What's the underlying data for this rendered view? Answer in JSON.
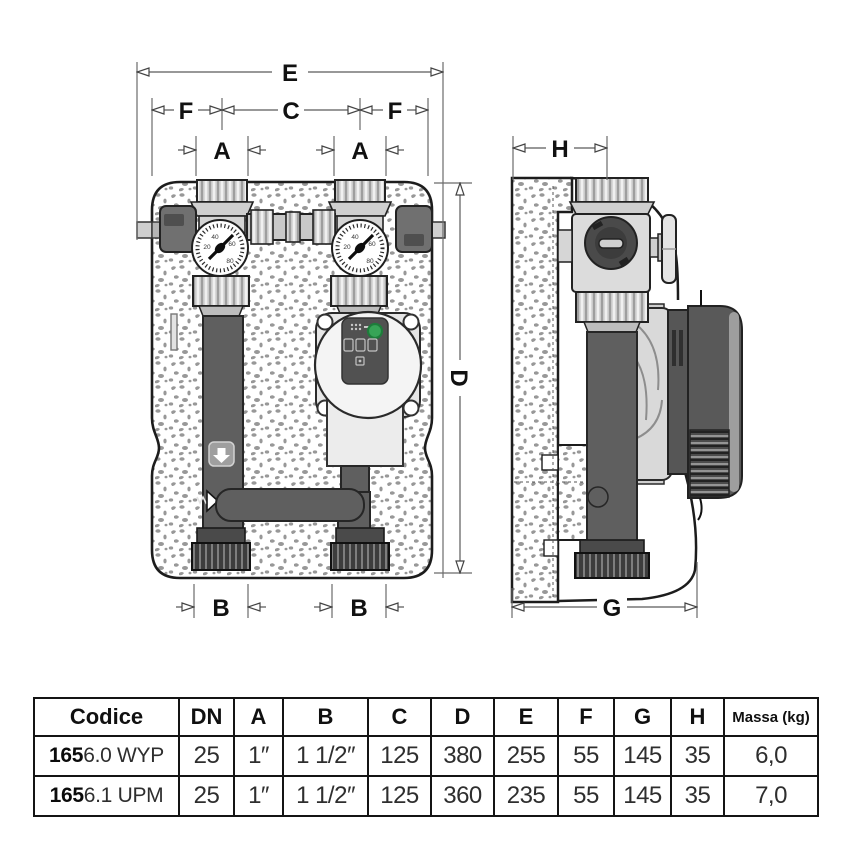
{
  "front_view": {
    "labels": {
      "e": "E",
      "f_left": "F",
      "c": "C",
      "f_right": "F",
      "a_left": "A",
      "a_right": "A",
      "b_left": "B",
      "b_right": "B",
      "d": "D"
    },
    "gauge_left_ticks": [
      "20",
      "40",
      "60",
      "80"
    ],
    "gauge_right_ticks": [
      "20",
      "40",
      "60",
      "80"
    ]
  },
  "side_view": {
    "labels": {
      "h": "H",
      "g": "G"
    }
  },
  "colors": {
    "led_green": "#37a457",
    "pipe_dark": "#5f5f5f",
    "fitting_light": "#d9d9d9",
    "insulation_speckle": "#989898",
    "outline": "#1c1c1c"
  },
  "table": {
    "headers": [
      "Codice",
      "DN",
      "A",
      "B",
      "C",
      "D",
      "E",
      "F",
      "G",
      "H",
      "Massa (kg)"
    ],
    "rows": [
      {
        "code_bold": "165",
        "code_rest": "6.0 WYP",
        "dn": "25",
        "a": "1″",
        "b": "1 1/2″",
        "c": "125",
        "d": "380",
        "e": "255",
        "f": "55",
        "g": "145",
        "h": "35",
        "massa": "6,0"
      },
      {
        "code_bold": "165",
        "code_rest": "6.1 UPM",
        "dn": "25",
        "a": "1″",
        "b": "1 1/2″",
        "c": "125",
        "d": "360",
        "e": "235",
        "f": "55",
        "g": "145",
        "h": "35",
        "massa": "7,0"
      }
    ]
  }
}
